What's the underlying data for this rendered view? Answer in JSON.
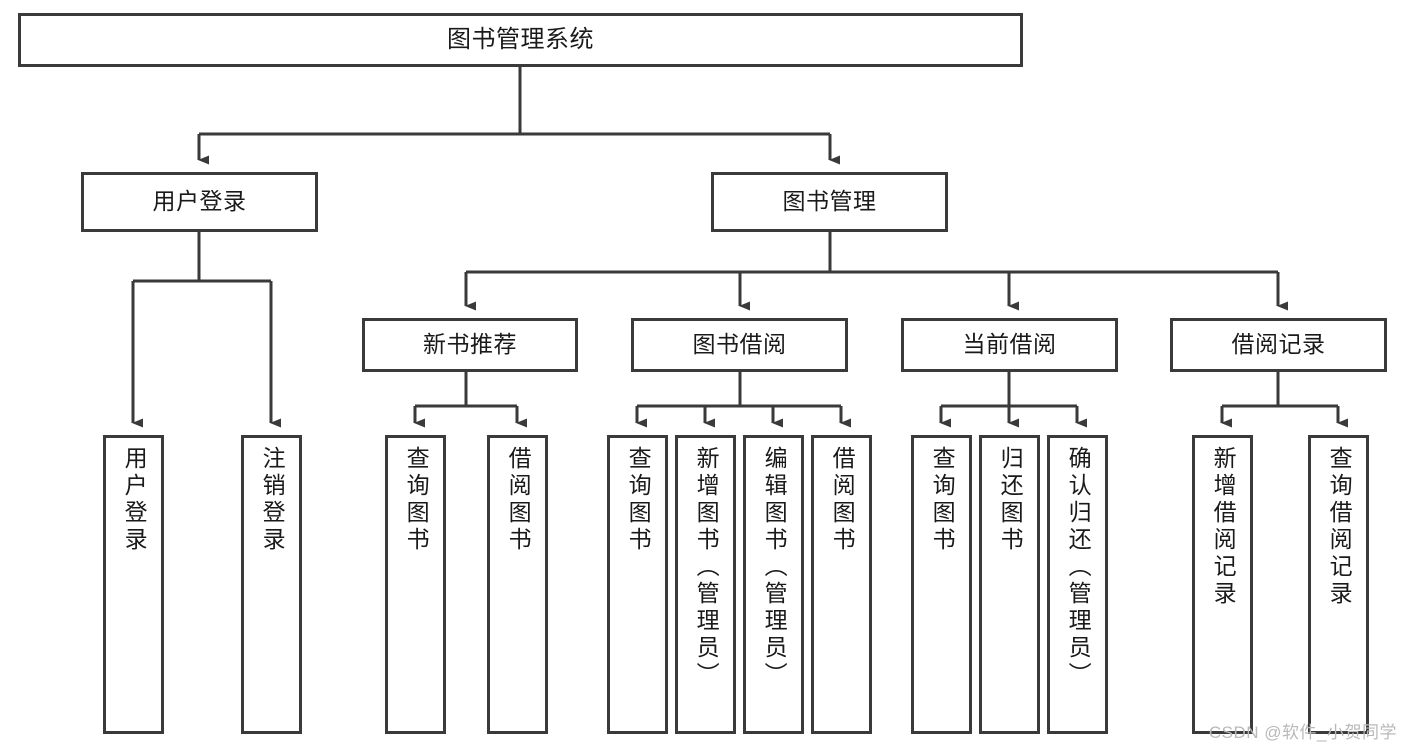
{
  "diagram": {
    "type": "tree",
    "title": "图书管理系统",
    "orientation": "top-down",
    "edge_style": "orthogonal-arrow",
    "colors": {
      "box_border": "#3a3a3a",
      "box_fill": "#ffffff",
      "connector": "#3a3a3a",
      "text": "#1a1a1a",
      "watermark": "#b9b9b9"
    }
  },
  "root": {
    "id": "root",
    "label": "图书管理系统"
  },
  "level2": [
    {
      "id": "user-login",
      "label": "用户登录"
    },
    {
      "id": "book-manage",
      "label": "图书管理"
    }
  ],
  "level3": [
    {
      "id": "new-book-rec",
      "label": "新书推荐"
    },
    {
      "id": "book-borrow",
      "label": "图书借阅"
    },
    {
      "id": "current-borrow",
      "label": "当前借阅"
    },
    {
      "id": "borrow-record",
      "label": "借阅记录"
    }
  ],
  "leaves": {
    "user-login": [
      {
        "id": "leaf-user-login",
        "label": "用户登录"
      },
      {
        "id": "leaf-logout",
        "label": "注销登录"
      }
    ],
    "new-book-rec": [
      {
        "id": "leaf-query-book-1",
        "label": "查询图书"
      },
      {
        "id": "leaf-borrow-book-1",
        "label": "借阅图书"
      }
    ],
    "book-borrow": [
      {
        "id": "leaf-query-book-2",
        "label": "查询图书"
      },
      {
        "id": "leaf-add-book",
        "label": "新增图书（管理员）"
      },
      {
        "id": "leaf-edit-book",
        "label": "编辑图书（管理员）"
      },
      {
        "id": "leaf-borrow-book-2",
        "label": "借阅图书"
      }
    ],
    "current-borrow": [
      {
        "id": "leaf-query-book-3",
        "label": "查询图书"
      },
      {
        "id": "leaf-return-book",
        "label": "归还图书"
      },
      {
        "id": "leaf-confirm-return",
        "label": "确认归还（管理员）"
      }
    ],
    "borrow-record": [
      {
        "id": "leaf-add-record",
        "label": "新增借阅记录"
      },
      {
        "id": "leaf-query-record",
        "label": "查询借阅记录"
      }
    ]
  },
  "watermark": {
    "text": "CSDN @软件_小贺同学"
  }
}
